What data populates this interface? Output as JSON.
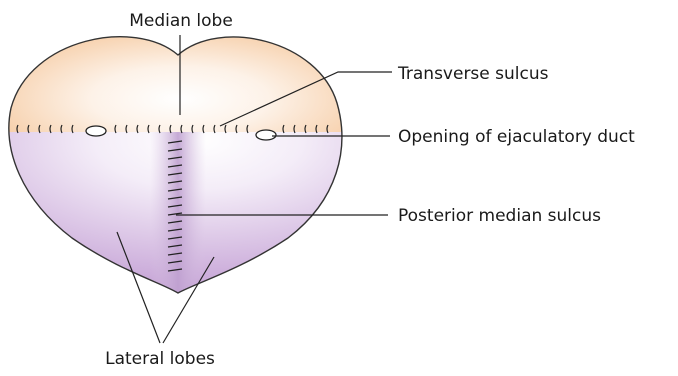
{
  "diagram": {
    "labels": {
      "median_lobe": "Median lobe",
      "transverse_sulcus": "Transverse sulcus",
      "opening_ejaculatory_duct": "Opening of ejaculatory duct",
      "posterior_median_sulcus": "Posterior median sulcus",
      "lateral_lobes": "Lateral lobes"
    },
    "colors": {
      "upper_region": "#f5c496",
      "lower_region": "#c7a6d6",
      "highlight": "#ffffff",
      "outline": "#333333"
    }
  }
}
